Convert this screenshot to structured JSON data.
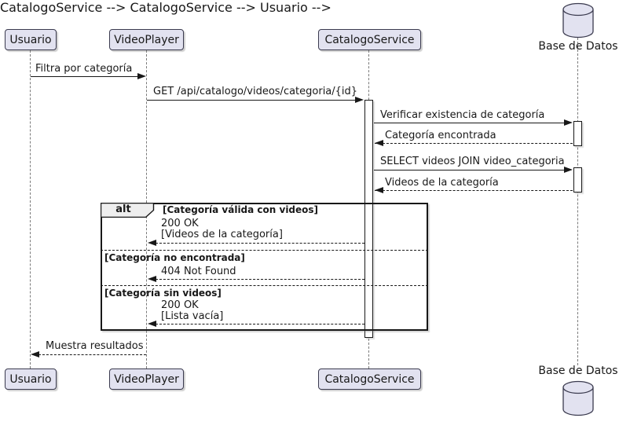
{
  "diagram_type": "sequence",
  "colors": {
    "participant_fill": "#E2E2F0",
    "participant_border": "#3B3B4F",
    "line_color": "#181818",
    "lifeline_color": "#7A7A7A",
    "frame_operator_fill": "#EEEEEE",
    "background": "#FFFFFF"
  },
  "participants": [
    {
      "label": "Usuario",
      "kind": "participant"
    },
    {
      "label": "VideoPlayer",
      "kind": "participant"
    },
    {
      "label": "CatalogoService",
      "kind": "participant"
    },
    {
      "label": "Base de Datos",
      "kind": "database"
    }
  ],
  "messages": [
    {
      "from": "Usuario",
      "to": "VideoPlayer",
      "text": "Filtra por categoría",
      "style": "solid"
    },
    {
      "from": "VideoPlayer",
      "to": "CatalogoService",
      "text": "GET /api/catalogo/videos/categoria/{id}",
      "style": "solid"
    },
    {
      "from": "CatalogoService",
      "to": "Base de Datos",
      "text": "Verificar existencia de categoría",
      "style": "solid"
    },
    {
      "from": "Base de Datos",
      "to": "CatalogoService",
      "text": "Categoría encontrada",
      "style": "dashed"
    },
    {
      "from": "CatalogoService",
      "to": "Base de Datos",
      "text": "SELECT videos JOIN video_categoria",
      "style": "solid"
    },
    {
      "from": "Base de Datos",
      "to": "CatalogoService",
      "text": "Videos de la categoría",
      "style": "dashed"
    },
    {
      "from": "VideoPlayer",
      "to": "Usuario",
      "text": "Muestra resultados",
      "style": "dashed"
    }
  ],
  "alt_frame": {
    "operator": "alt",
    "branches": [
      {
        "condition": "[Categoría válida con videos]",
        "message_line1": "200 OK",
        "message_line2": "[Videos de la categoría]"
      },
      {
        "condition": "[Categoría no encontrada]",
        "message_line1": "404 Not Found",
        "message_line2": ""
      },
      {
        "condition": "[Categoría sin videos]",
        "message_line1": "200 OK",
        "message_line2": "[Lista vacía]"
      }
    ]
  }
}
